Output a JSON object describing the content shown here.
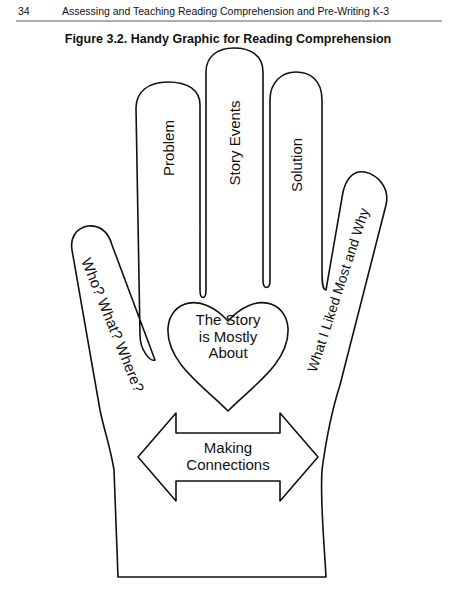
{
  "diagram": {
    "title": "Figure 3.2. Handy Graphic for Reading Comprehension",
    "nodes": [
      {
        "text": [
          "Who? What? Where?",
          "Problem",
          "Story Events",
          "Solution",
          "What I Liked Most and Why"
        ]
      },
      {
        "text": [
          "The Story is Mostly About"
        ],
        "in": 0
      },
      {
        "text": [
          "Making Connections"
        ],
        "in": 0
      }
    ],
    "labels": [
      "34",
      "Assessing and Teaching Reading Comprehension and Pre-Writing K-3"
    ]
  }
}
